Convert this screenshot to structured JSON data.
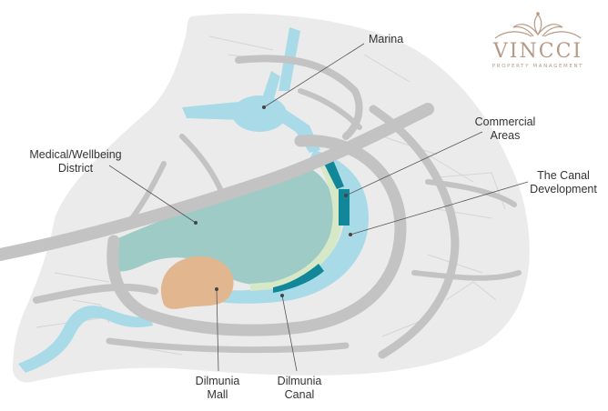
{
  "brand": {
    "name": "VINCCI",
    "tagline": "PROPERTY MANAGEMENT",
    "color": "#b79a86"
  },
  "labels": {
    "marina": [
      "Marina"
    ],
    "commercial": [
      "Commercial",
      "Areas"
    ],
    "medical": [
      "Medical/Wellbeing",
      "District"
    ],
    "canal_dev": [
      "The Canal",
      "Development"
    ],
    "mall": [
      "Dilmunia",
      "Mall"
    ],
    "canal": [
      "Dilmunia",
      "Canal"
    ]
  },
  "colors": {
    "land": "#ebebeb",
    "roads": "#c3c3c3",
    "water": "#a8dbe7",
    "park": "#9fcbc6",
    "mall": "#e2b78f",
    "commercial": "#13879a",
    "promenade": "#d6e8c6",
    "text": "#333333"
  }
}
